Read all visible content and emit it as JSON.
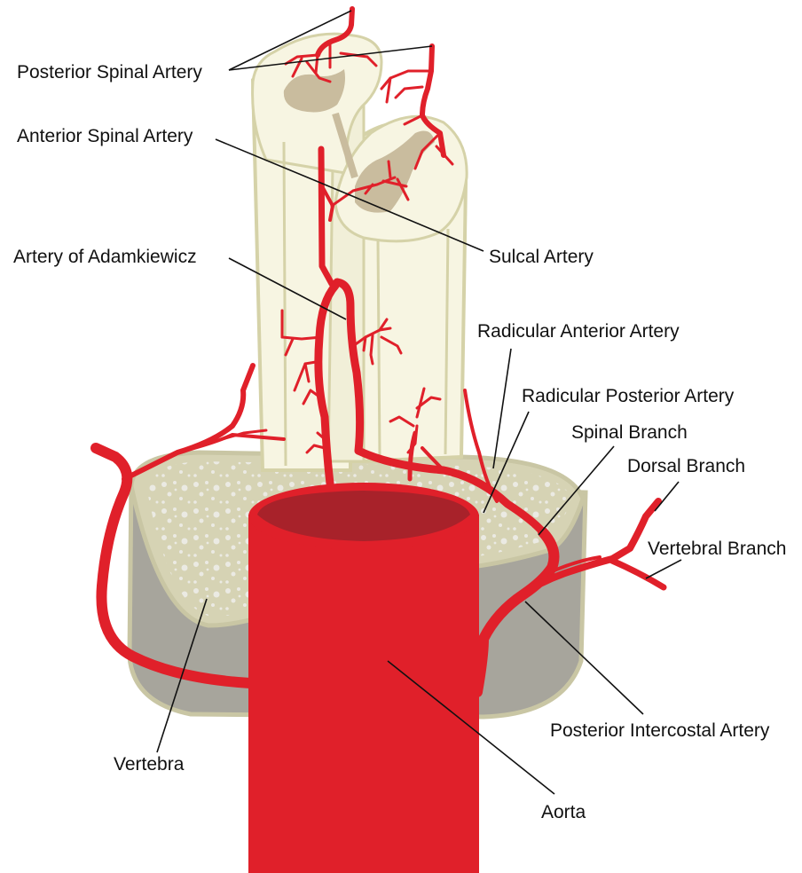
{
  "labels": {
    "posterior_spinal_artery": "Posterior Spinal Artery",
    "anterior_spinal_artery": "Anterior Spinal Artery",
    "artery_of_adamkiewicz": "Artery of Adamkiewicz",
    "sulcal_artery": "Sulcal Artery",
    "radicular_anterior_artery": "Radicular Anterior Artery",
    "radicular_posterior_artery": "Radicular Posterior Artery",
    "spinal_branch": "Spinal Branch",
    "dorsal_branch": "Dorsal Branch",
    "vertebral_branch": "Vertebral Branch",
    "posterior_intercostal_artery": "Posterior Intercostal Artery",
    "vertebra": "Vertebra",
    "aorta": "Aorta"
  },
  "colors": {
    "artery": "#e0202a",
    "aorta_lumen": "#a8222a",
    "spinal_cord": "#f7f5e2",
    "cord_outline": "#d5d2a8",
    "grey_matter": "#c9bc9e",
    "vertebra_top": "#d6d3b4",
    "vertebra_side": "#a7a59c",
    "vertebra_outline": "#c9c6a4",
    "label_text": "#111111"
  }
}
